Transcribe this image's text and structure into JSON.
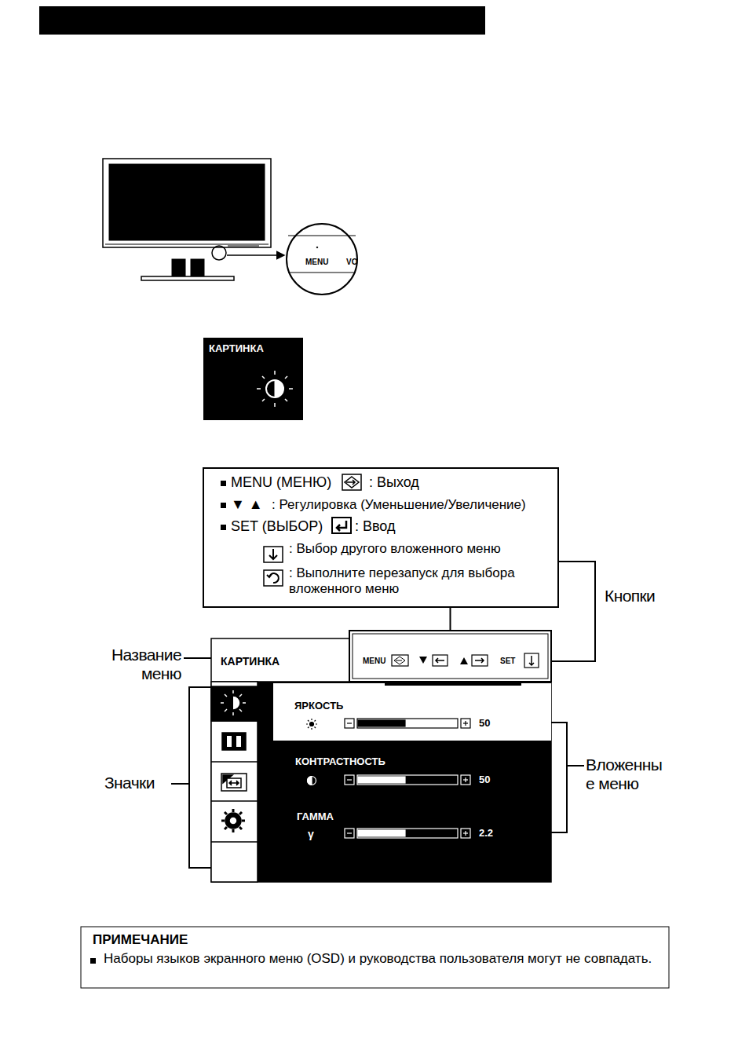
{
  "diagram": {
    "nodes": [
      {
        "text": [
          "КАРТИНКА"
        ]
      },
      {
        "text": [
          "MENU (МЕНЮ)",
          ": Выход",
          "▼ ▲",
          ": Регулировка (Уменьшение/Увеличение)",
          "SET (ВЫБОР)",
          ": Ввод",
          ": Выбор другого вложенного меню",
          ": Выполните перезапуск для выбора вложенного меню"
        ]
      },
      {
        "text": [
          "КАРТИНКА"
        ]
      },
      {
        "text": [
          "MENU",
          "SET"
        ],
        "in": 2
      },
      {
        "text": [
          "ЯРКОСТЬ",
          "50"
        ],
        "in": 2
      },
      {
        "text": [
          "КОНТРАСТНОСТЬ",
          "50"
        ],
        "in": 2
      },
      {
        "text": [
          "ГАММА",
          "γ",
          "2.2"
        ],
        "in": 2
      },
      {
        "text": [
          "ПРИМЕЧАНИЕ",
          "Наборы языков экранного меню (OSD) и руководства пользователя могут не совпадать."
        ]
      }
    ],
    "edges": [
      {
        "from": 1,
        "to": 3,
        "arrow": "none"
      }
    ],
    "labels": [
      "MENU",
      "VO",
      "Кнопки",
      "Название меню",
      "Значки",
      "Вложенны е меню"
    ]
  }
}
